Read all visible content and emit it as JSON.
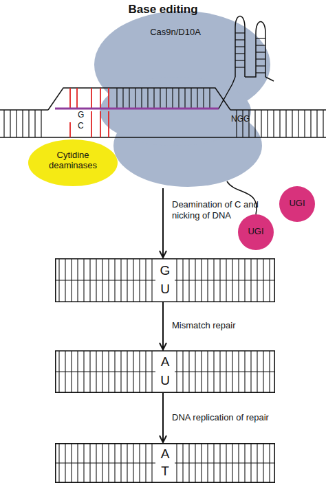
{
  "diagram": {
    "title": "Base editing",
    "nodes": [
      {
        "text": [
          "Cas9n/D10A"
        ]
      },
      {
        "text": [
          "Cytidine deaminases"
        ]
      },
      {
        "text": [
          "UGI"
        ]
      },
      {
        "text": [
          "UGI"
        ]
      },
      {
        "text": [
          "G",
          "U"
        ]
      },
      {
        "text": [
          "A",
          "U"
        ]
      },
      {
        "text": [
          "A",
          "T"
        ]
      }
    ],
    "edges": [
      {
        "from": 0,
        "to": 4,
        "arrow": "to",
        "label": "Deamination of C and nicking of DNA"
      },
      {
        "from": 4,
        "to": 5,
        "arrow": "to",
        "label": "Mismatch repair"
      },
      {
        "from": 5,
        "to": 6,
        "arrow": "to",
        "label": "DNA replication of repair"
      },
      {
        "from": 0,
        "to": 3,
        "arrow": "none"
      }
    ],
    "labels": [
      "G",
      "C",
      "NGG"
    ]
  }
}
